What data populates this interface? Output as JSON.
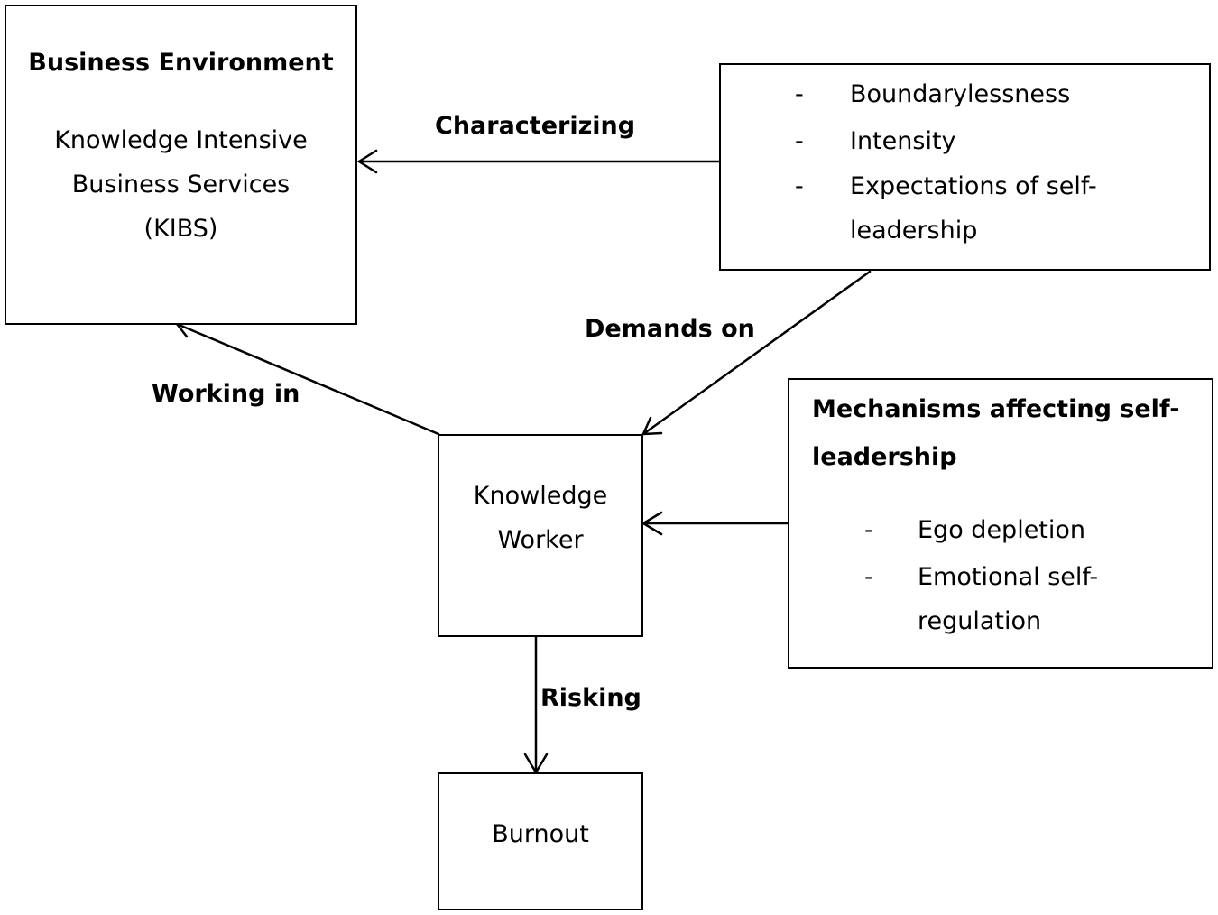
{
  "business_environment": {
    "title": "Business Environment",
    "line1": "Knowledge Intensive",
    "line2": "Business Services",
    "line3": "(KIBS)"
  },
  "characteristics": {
    "bullet": "-",
    "items": [
      "Boundarylessness",
      "Intensity",
      "Expectations of self-",
      "leadership"
    ]
  },
  "knowledge_worker": {
    "line1": "Knowledge",
    "line2": "Worker"
  },
  "mechanisms": {
    "title_line1": "Mechanisms affecting self-",
    "title_line2": "leadership",
    "bullet": "-",
    "items": [
      "Ego depletion",
      "Emotional self-",
      "regulation"
    ]
  },
  "burnout": {
    "label": "Burnout"
  },
  "edges": {
    "characterizing": "Characterizing",
    "demands_on": "Demands on",
    "working_in": "Working in",
    "risking": "Risking"
  }
}
